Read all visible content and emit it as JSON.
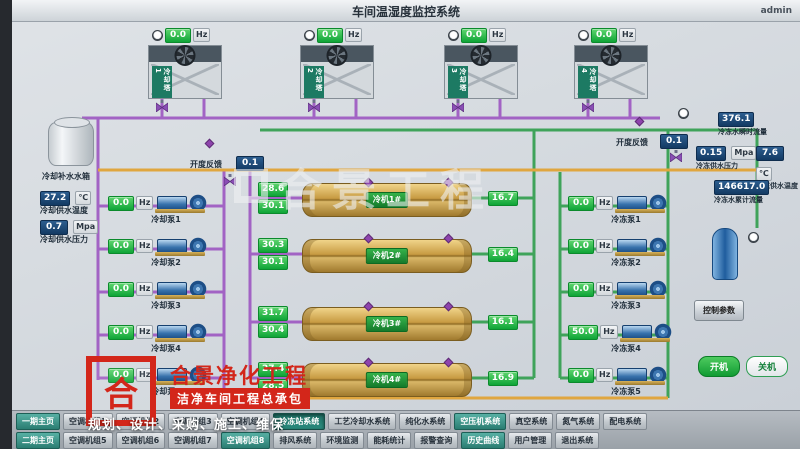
{
  "header": {
    "title": "车间温湿度监控系统",
    "user": "admin"
  },
  "towers": [
    {
      "name": "冷却塔1",
      "value": "0.0",
      "unit": "Hz"
    },
    {
      "name": "冷却塔2",
      "value": "0.0",
      "unit": "Hz"
    },
    {
      "name": "冷却塔3",
      "value": "0.0",
      "unit": "Hz"
    },
    {
      "name": "冷却塔4",
      "value": "0.0",
      "unit": "Hz"
    }
  ],
  "left": {
    "tank_label": "冷却补水水箱",
    "supply_temp": {
      "value": "27.2",
      "unit": "℃",
      "label": "冷却供水温度"
    },
    "supply_pressure": {
      "value": "0.7",
      "unit": "Mpa",
      "label": "冷却供水压力"
    },
    "valve": {
      "label": "开度反馈",
      "value": "0.1"
    }
  },
  "cooling_pumps": [
    {
      "name": "冷却泵1",
      "value": "0.0",
      "unit": "Hz"
    },
    {
      "name": "冷却泵2",
      "value": "0.0",
      "unit": "Hz"
    },
    {
      "name": "冷却泵3",
      "value": "0.0",
      "unit": "Hz"
    },
    {
      "name": "冷却泵4",
      "value": "0.0",
      "unit": "Hz"
    },
    {
      "name": "冷却泵5",
      "value": "0.0",
      "unit": "Hz"
    }
  ],
  "chillers": [
    {
      "name": "冷机1#",
      "in": "28.6",
      "out": "30.1",
      "chw": "16.7"
    },
    {
      "name": "冷机2#",
      "in": "30.3",
      "out": "30.1",
      "chw": "16.4"
    },
    {
      "name": "冷机3#",
      "in": "31.7",
      "out": "30.4",
      "chw": "16.1"
    },
    {
      "name": "冷机4#",
      "in": "27.4",
      "out": "28.5",
      "chw": "16.9"
    }
  ],
  "chilled_pumps": [
    {
      "name": "冷冻泵1",
      "value": "0.0",
      "unit": "Hz"
    },
    {
      "name": "冷冻泵2",
      "value": "0.0",
      "unit": "Hz"
    },
    {
      "name": "冷冻泵3",
      "value": "0.0",
      "unit": "Hz"
    },
    {
      "name": "冷冻泵4",
      "value": "50.0",
      "unit": "Hz"
    },
    {
      "name": "冷冻泵5",
      "value": "0.0",
      "unit": "Hz"
    }
  ],
  "right": {
    "flow": {
      "value": "376.1",
      "label": "冷冻水瞬时流量"
    },
    "pressure": {
      "value": "0.15",
      "unit": "Mpa",
      "label": "冷冻供水压力"
    },
    "temp": {
      "value": "7.6",
      "unit": "℃",
      "label": "冷冻供水温度"
    },
    "total": {
      "value": "146617.0",
      "label": "冷冻水累计流量"
    },
    "valve": {
      "label": "开度反馈",
      "value": "0.1"
    },
    "control_button": "控制参数",
    "start_button": "开机",
    "stop_button": "关机"
  },
  "watermark_center": "合景工程",
  "watermark": {
    "logo_char": "合",
    "company": "合景净化工程",
    "tagline": "洁净车间工程总承包",
    "services": "规划、设计、采购、施工、维保"
  },
  "toolbar": {
    "row1": [
      "一期主页",
      "空调机组1",
      "空调机组2",
      "空调机组3",
      "空调机组4",
      "冷冻站系统",
      "工艺冷却水系统",
      "纯化水系统",
      "空压机系统",
      "真空系统",
      "氮气系统",
      "配电系统"
    ],
    "row2": [
      "二期主页",
      "空调机组5",
      "空调机组6",
      "空调机组7",
      "空调机组8",
      "排风系统",
      "环境监测",
      "能耗统计",
      "报警查询",
      "历史曲线",
      "用户管理",
      "退出系统"
    ]
  }
}
